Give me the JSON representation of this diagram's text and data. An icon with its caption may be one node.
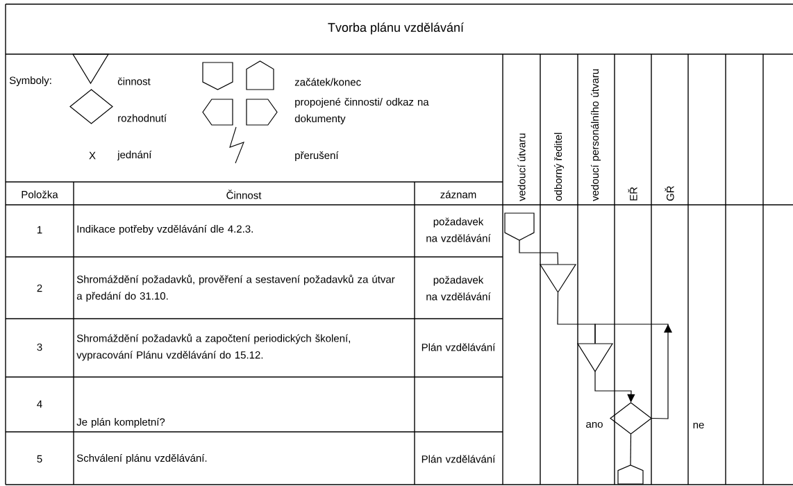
{
  "diagram": {
    "title": "Tvorba plánu vzdělávání",
    "nodes": [
      {
        "text": [],
        "shape": "pentagon"
      },
      {
        "text": [],
        "shape": "triangle"
      },
      {
        "text": [],
        "shape": "triangle"
      },
      {
        "text": [],
        "shape": "diamond"
      },
      {
        "text": [],
        "shape": "pentagon"
      }
    ],
    "edges": [
      {
        "from": 0,
        "to": 1,
        "arrow": "none"
      },
      {
        "from": 1,
        "to": 2,
        "arrow": "none"
      },
      {
        "from": 2,
        "to": 3,
        "arrow": "to"
      },
      {
        "from": 3,
        "to": 2,
        "arrow": "to",
        "label": "ne"
      },
      {
        "from": 3,
        "to": 4,
        "arrow": "none",
        "label": "ano"
      }
    ],
    "labels": [
      "Symboly:",
      "X",
      "vedoucí útvaru",
      "odborný ředitel",
      "vedoucí personálního útvaru",
      "EŘ",
      "GŘ",
      "Položka",
      "Činnost",
      "záznam",
      "1",
      "Indikace potřeby vzdělávání dle 4.2.3.",
      "požadavek na vzdělávání",
      "2",
      "Shromáždění požadavků, prověření a sestavení požadavků za útvar a předání do 31.10.",
      "požadavek na vzdělávání",
      "3",
      "Shromáždění požadavků a započtení periodických školení, vypracování Plánu vzdělávání do 15.12.",
      "Plán vzdělávání",
      "4",
      "Je plán kompletní?",
      "5",
      "Schválení plánu vzdělávání.",
      "Plán vzdělávání"
    ],
    "legend": [
      {
        "text": "činnost"
      },
      {
        "text": "rozhodnutí"
      },
      {
        "text": "jednání"
      },
      {
        "text": "začátek/konec"
      },
      {
        "text": "propojené činnosti/ odkaz na dokumenty"
      },
      {
        "text": "přerušení"
      }
    ]
  }
}
